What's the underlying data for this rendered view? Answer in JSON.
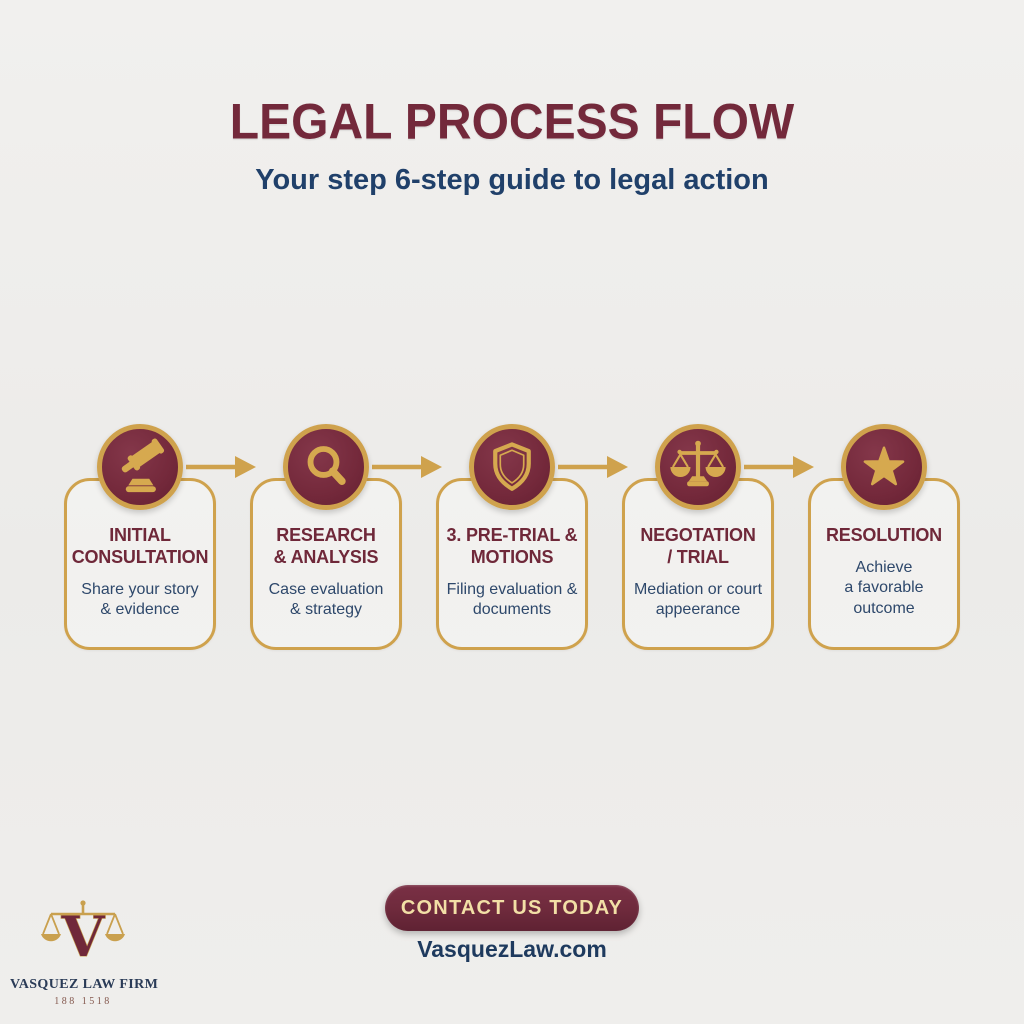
{
  "header": {
    "title": "LEGAL PROCESS FLOW",
    "subtitle": "Your step 6-step guide to legal action"
  },
  "steps": [
    {
      "icon": "gavel-icon",
      "title": "INITIAL CONSULTATION",
      "title_lines": [
        "INITIAL",
        "CONSULTATION"
      ],
      "desc": "Share your story & evidence",
      "desc_lines": [
        "Share your story",
        "& evidence"
      ]
    },
    {
      "icon": "magnifier-icon",
      "title": "RESEARCH & ANALYSIS",
      "title_lines": [
        "RESEARCH",
        "& ANALYSIS"
      ],
      "desc": "Case evaluation & strategy",
      "desc_lines": [
        "Case evaluation",
        "& strategy"
      ]
    },
    {
      "icon": "shield-icon",
      "title": "3. PRE-TRIAL & MOTIONS",
      "title_lines": [
        "3. PRE-TRIAL &",
        "MOTIONS"
      ],
      "desc": "Filing evaluation & documents",
      "desc_lines": [
        "Filing evaluation &",
        "documents"
      ]
    },
    {
      "icon": "scales-icon",
      "title": "NEGOTATION / TRIAL",
      "title_lines": [
        "NEGOTATION",
        "/ TRIAL"
      ],
      "desc": "Mediation or court appeerance",
      "desc_lines": [
        "Mediation or court",
        "appeerance"
      ]
    },
    {
      "icon": "star-icon",
      "title": "RESOLUTION",
      "title_lines": [
        "RESOLUTION"
      ],
      "desc": "Achieve a favorable outcome",
      "desc_lines": [
        "Achieve",
        "a favorable",
        "outcome"
      ]
    }
  ],
  "footer": {
    "contact_button": "CONTACT US TODAY",
    "website": "VasquezLaw.com"
  },
  "logo": {
    "firm_name": "VASQUEZ LAW FIRM",
    "tagline": "188 1518"
  },
  "colors": {
    "maroon": "#72293B",
    "gold": "#CFA24D",
    "icon_gold": "#D6A94F",
    "navy": "#1E3A5E",
    "title_maroon": "#73293B",
    "background": "#EDECEA",
    "button_text": "#F2DFA6"
  }
}
